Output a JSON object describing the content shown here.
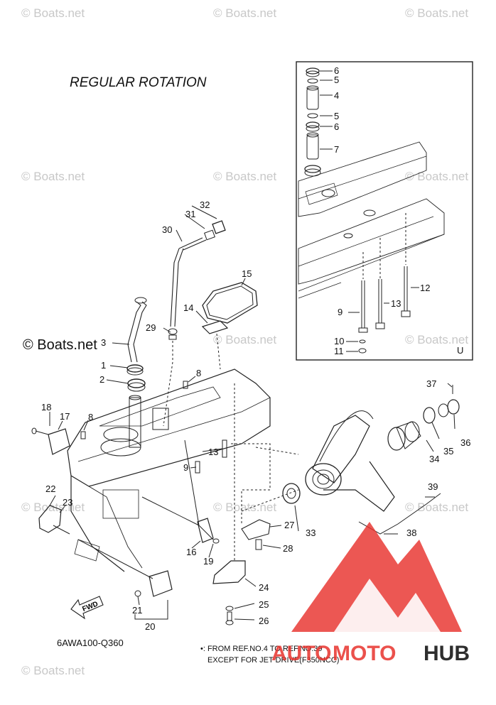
{
  "heading": "REGULAR ROTATION",
  "watermarks": [
    "© Boats.net",
    "© Boats.net",
    "© Boats.net",
    "© Boats.net",
    "© Boats.net",
    "© Boats.net",
    "© Boats.net",
    "© Boats.net",
    "© Boats.net",
    "© Boats.net",
    "© Boats.net",
    "© Boats.net"
  ],
  "watermark_large": "© Boats.net",
  "diagram_code": "6AWA100-Q360",
  "fwd_label": "FWD",
  "inset_marker": "U",
  "footnote": {
    "line1": "•: FROM REF.NO.4 TO REF.NO.39",
    "line2": "EXCEPT FOR JET DRIVE(F350NCC)"
  },
  "logo": {
    "part1": "AUTO",
    "part2": "MOTO",
    "part3": "HUB",
    "accent": "#e8322d",
    "dark": "#2e2e2e"
  },
  "callouts": [
    {
      "id": "c6a",
      "text": "6"
    },
    {
      "id": "c5a",
      "text": "5"
    },
    {
      "id": "c4",
      "text": "4"
    },
    {
      "id": "c5b",
      "text": "5"
    },
    {
      "id": "c6b",
      "text": "6"
    },
    {
      "id": "c7",
      "text": "7"
    },
    {
      "id": "c12",
      "text": "12"
    },
    {
      "id": "c13",
      "text": "13"
    },
    {
      "id": "c9a",
      "text": "9"
    },
    {
      "id": "c10",
      "text": "10"
    },
    {
      "id": "c11",
      "text": "11"
    },
    {
      "id": "c32",
      "text": "32"
    },
    {
      "id": "c31",
      "text": "31"
    },
    {
      "id": "c30",
      "text": "30"
    },
    {
      "id": "c15",
      "text": "15"
    },
    {
      "id": "c14",
      "text": "14"
    },
    {
      "id": "c29",
      "text": "29"
    },
    {
      "id": "c3",
      "text": "3"
    },
    {
      "id": "c1",
      "text": "1"
    },
    {
      "id": "c2",
      "text": "2"
    },
    {
      "id": "c8a",
      "text": "8"
    },
    {
      "id": "c37",
      "text": "37"
    },
    {
      "id": "c18",
      "text": "18"
    },
    {
      "id": "c17",
      "text": "17"
    },
    {
      "id": "c8b",
      "text": "8"
    },
    {
      "id": "c13b",
      "text": "13"
    },
    {
      "id": "c9b",
      "text": "9"
    },
    {
      "id": "c34",
      "text": "34"
    },
    {
      "id": "c35",
      "text": "35"
    },
    {
      "id": "c36",
      "text": "36"
    },
    {
      "id": "c39",
      "text": "39"
    },
    {
      "id": "c22",
      "text": "22"
    },
    {
      "id": "c23",
      "text": "23"
    },
    {
      "id": "c27",
      "text": "27"
    },
    {
      "id": "c33",
      "text": "33"
    },
    {
      "id": "c38",
      "text": "38"
    },
    {
      "id": "c16",
      "text": "16"
    },
    {
      "id": "c19",
      "text": "19"
    },
    {
      "id": "c28",
      "text": "28"
    },
    {
      "id": "c24",
      "text": "24"
    },
    {
      "id": "c25",
      "text": "25"
    },
    {
      "id": "c26",
      "text": "26"
    },
    {
      "id": "c21",
      "text": "21"
    },
    {
      "id": "c20",
      "text": "20"
    }
  ]
}
